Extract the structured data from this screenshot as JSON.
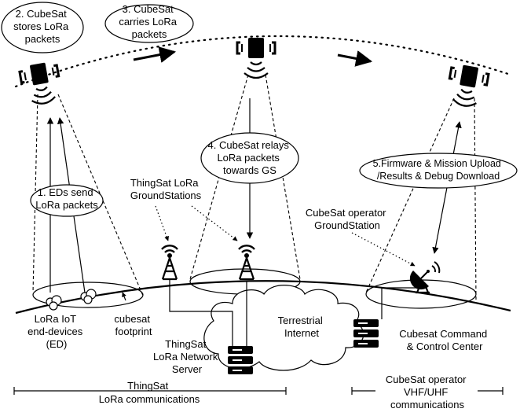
{
  "steps": {
    "s1": [
      "1. EDs send",
      "LoRa packets"
    ],
    "s2": [
      "2. CubeSat",
      "stores LoRa",
      "packets"
    ],
    "s3": [
      "3. CubeSat",
      "carries LoRa",
      "packets"
    ],
    "s4": [
      "4. CubeSat relays",
      "LoRa packets",
      "towards GS"
    ],
    "s5": [
      "5.Firmware & Mission Upload",
      "/Results & Debug Download"
    ]
  },
  "labels": {
    "thingsat_gs": [
      "ThingSat LoRa",
      "GroundStations"
    ],
    "operator_gs": [
      "CubeSat operator",
      "GroundStation"
    ],
    "lora_ed": [
      "LoRa IoT",
      "end-devices",
      "(ED)"
    ],
    "footprint": [
      "cubesat",
      "footprint"
    ],
    "network_server": [
      "ThingSat",
      "LoRa Network",
      "Server"
    ],
    "internet": [
      "Terrestrial",
      "Internet"
    ],
    "control_center": [
      "Cubesat Command",
      "& Control Center"
    ],
    "lora_comms": [
      "ThingSat",
      "LoRa communications"
    ],
    "vhf_comms": [
      "CubeSat operator",
      "VHF/UHF",
      "communications"
    ]
  }
}
